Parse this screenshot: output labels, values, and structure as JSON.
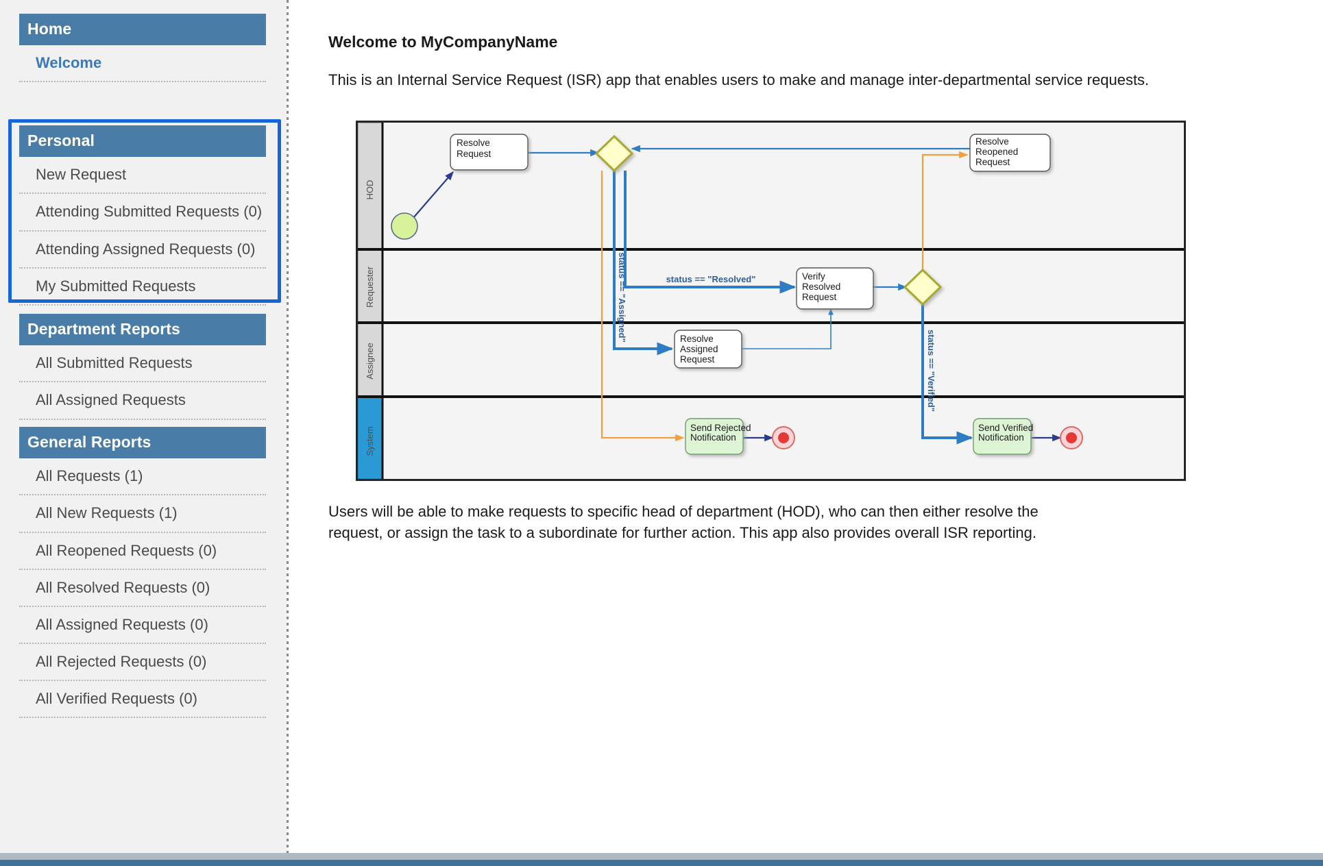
{
  "sidebar": {
    "groups": [
      {
        "title": "Home",
        "items": [
          {
            "label": "Welcome",
            "active": true
          }
        ]
      },
      {
        "title": "Personal",
        "focused": true,
        "items": [
          {
            "label": "New Request",
            "active": false
          },
          {
            "label": "Attending Submitted Requests (0)",
            "active": false
          },
          {
            "label": "Attending Assigned Requests (0)",
            "active": false
          },
          {
            "label": "My Submitted Requests",
            "active": false
          }
        ]
      },
      {
        "title": "Department Reports",
        "items": [
          {
            "label": "All Submitted Requests",
            "active": false
          },
          {
            "label": "All Assigned Requests",
            "active": false
          }
        ]
      },
      {
        "title": "General Reports",
        "items": [
          {
            "label": "All Requests (1)",
            "active": false
          },
          {
            "label": "All New Requests (1)",
            "active": false
          },
          {
            "label": "All Reopened Requests (0)",
            "active": false
          },
          {
            "label": "All Resolved Requests (0)",
            "active": false
          },
          {
            "label": "All Assigned Requests (0)",
            "active": false
          },
          {
            "label": "All Rejected Requests (0)",
            "active": false
          },
          {
            "label": "All Verified Requests (0)",
            "active": false
          }
        ]
      }
    ]
  },
  "main": {
    "title": "Welcome to MyCompanyName",
    "intro": "This is an Internal Service Request (ISR) app that enables users to make and manage inter-departmental service requests.",
    "outro": "Users will be able to make requests to specific head of department (HOD), who can then either resolve the request, or assign the task to a subordinate for further action. This app also provides overall ISR reporting."
  },
  "diagram": {
    "type": "bpmn-swimlane",
    "lanes": [
      {
        "name": "HOD",
        "highlighted": false
      },
      {
        "name": "Requester",
        "highlighted": false
      },
      {
        "name": "Assignee",
        "highlighted": false
      },
      {
        "name": "System",
        "highlighted": true
      }
    ],
    "tasks": [
      {
        "id": "resolve-request",
        "lane": "HOD",
        "label_lines": [
          "Resolve",
          "Request"
        ],
        "style": "white"
      },
      {
        "id": "resolve-reopened-request",
        "lane": "HOD",
        "label_lines": [
          "Resolve",
          "Reopened",
          "Request"
        ],
        "style": "white"
      },
      {
        "id": "verify-resolved-request",
        "lane": "Requester",
        "label_lines": [
          "Verify",
          "Resolved",
          "Request"
        ],
        "style": "white"
      },
      {
        "id": "resolve-assigned-request",
        "lane": "Assignee",
        "label_lines": [
          "Resolve",
          "Assigned",
          "Request"
        ],
        "style": "white"
      },
      {
        "id": "send-rejected-notification",
        "lane": "System",
        "label_lines": [
          "Send Rejected",
          "Notification"
        ],
        "style": "green"
      },
      {
        "id": "send-verified-notification",
        "lane": "System",
        "label_lines": [
          "Send Verified",
          "Notification"
        ],
        "style": "green"
      }
    ],
    "events": [
      {
        "id": "start-event",
        "lane": "Requester",
        "kind": "start"
      },
      {
        "id": "end-event-rejected",
        "lane": "System",
        "kind": "end"
      },
      {
        "id": "end-event-verified",
        "lane": "System",
        "kind": "end"
      }
    ],
    "gateways": [
      {
        "id": "gateway-hod",
        "lane": "HOD",
        "kind": "exclusive"
      },
      {
        "id": "gateway-requester",
        "lane": "Requester",
        "kind": "exclusive"
      }
    ],
    "flow_labels": [
      {
        "id": "flow-label-assigned",
        "text": "status == \"Assigned\"",
        "orientation": "vertical"
      },
      {
        "id": "flow-label-resolved",
        "text": "status == \"Resolved\"",
        "orientation": "horizontal"
      },
      {
        "id": "flow-label-verified",
        "text": "status == \"Verified\"",
        "orientation": "vertical"
      }
    ]
  },
  "colors": {
    "header_blue": "#4a7ca8",
    "active_link": "#3c78b4",
    "focus_ring": "#1565d8",
    "lane_header": "#d8d8d8",
    "lane_highlight": "#2b99d4",
    "task_green": "#ddf5d5",
    "gateway_yellow": "#ffffcc",
    "flow_blue": "#2e7cc3",
    "flow_orange": "#f2a03c",
    "start_event_green": "#d7f29a",
    "end_event_red": "#ef5350",
    "footer": "#3f7296"
  }
}
